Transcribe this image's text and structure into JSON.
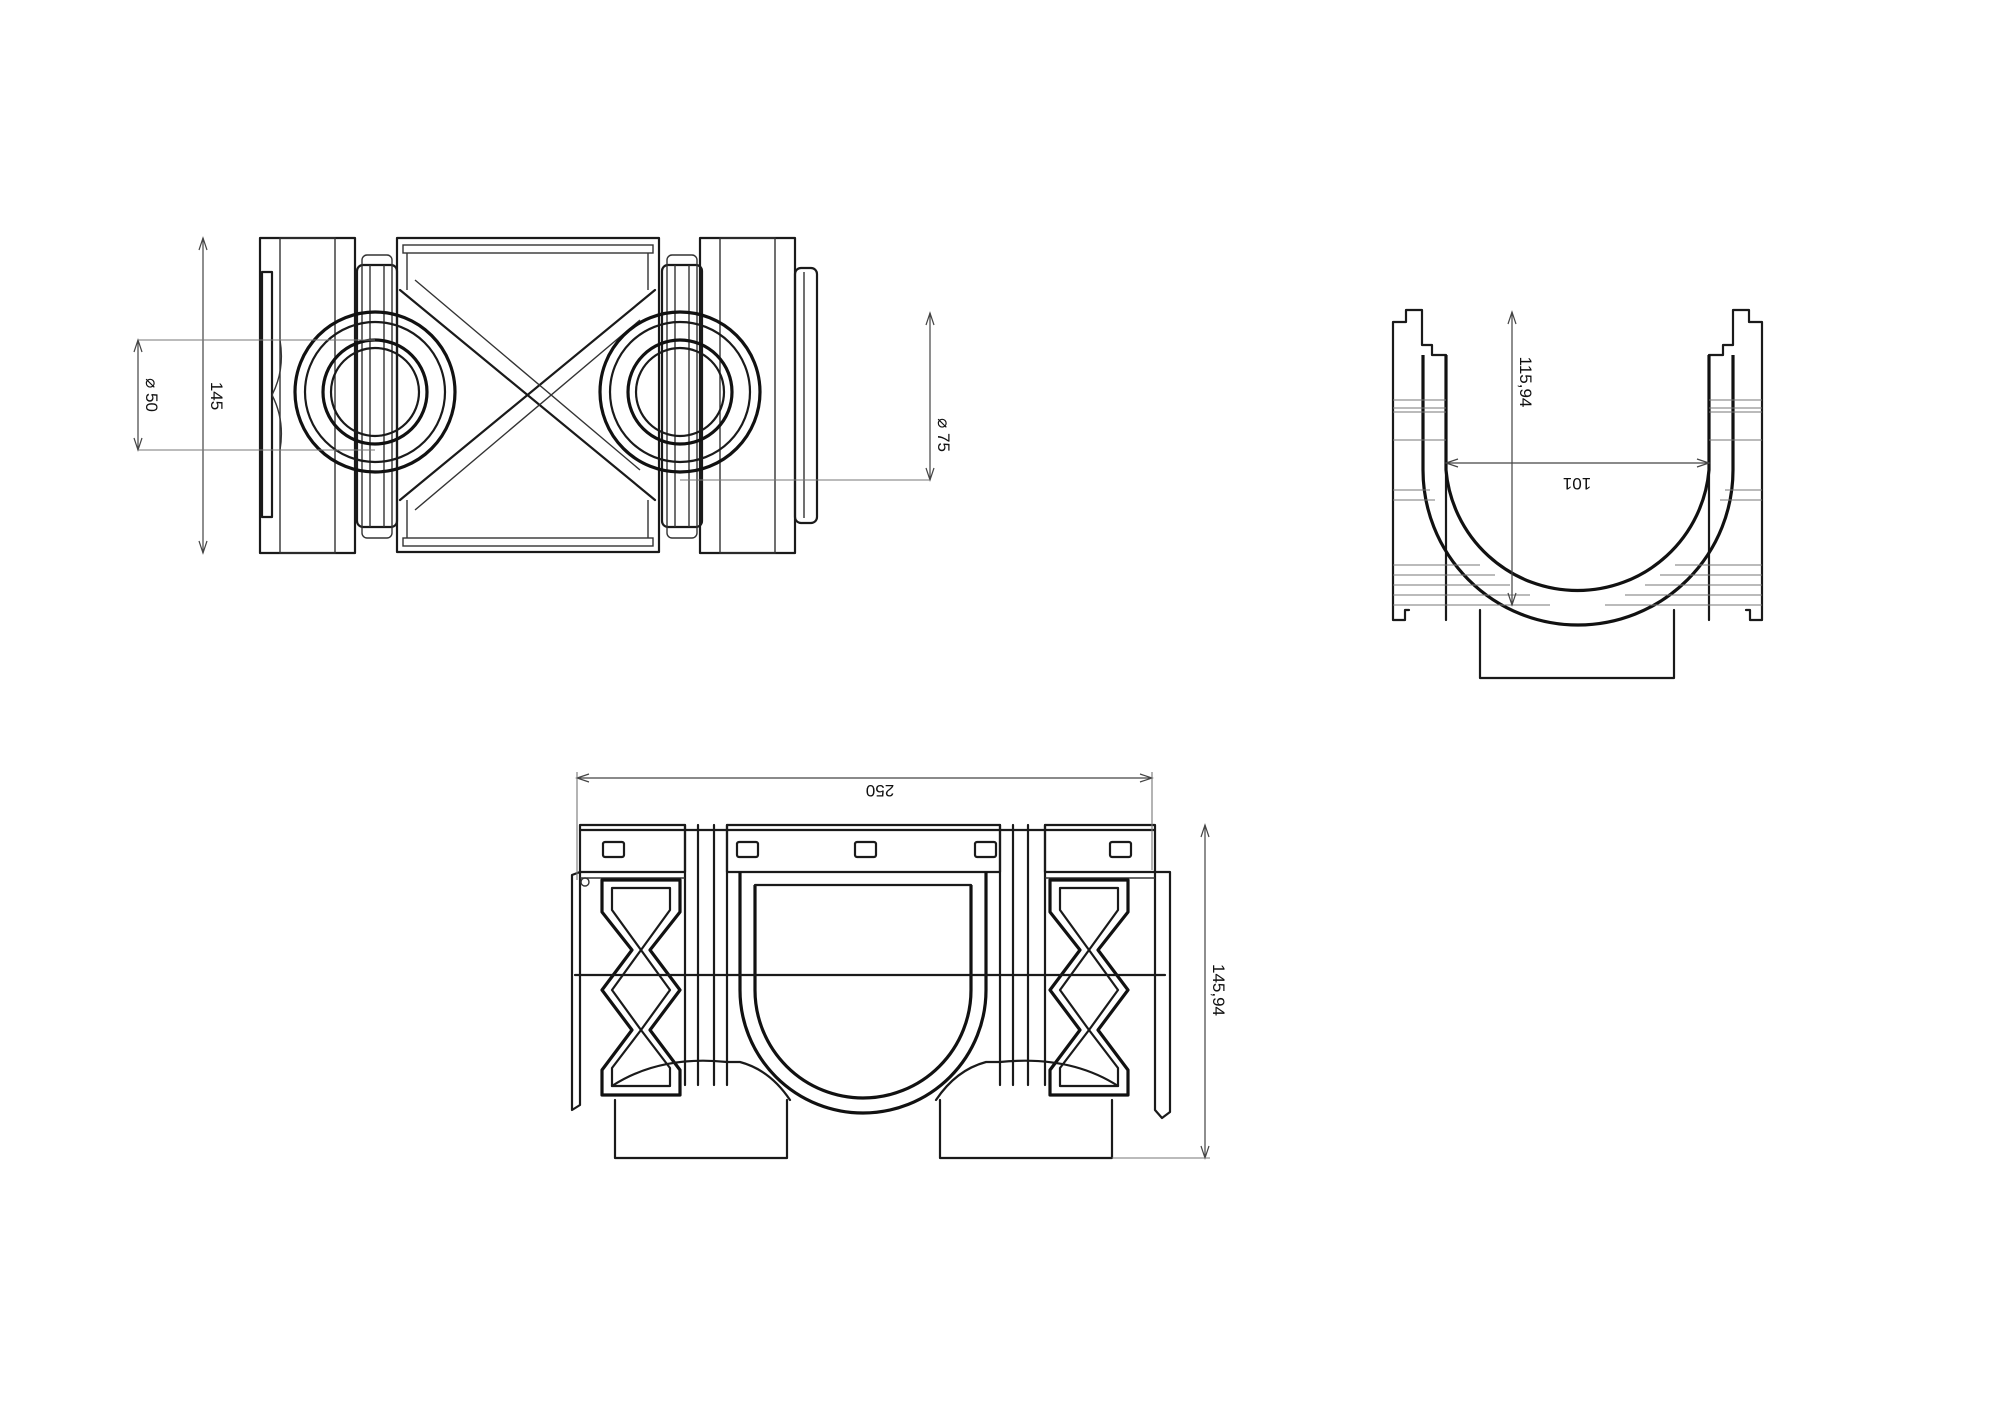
{
  "drawing": {
    "views": {
      "top_view": {
        "dimensions": {
          "dia_small": "⌀ 50",
          "height": "145",
          "dia_large": "⌀ 75"
        }
      },
      "end_view": {
        "dimensions": {
          "inner_depth": "115,94",
          "inner_width": "101"
        }
      },
      "side_view": {
        "dimensions": {
          "length": "250",
          "height": "145,94"
        }
      }
    }
  }
}
